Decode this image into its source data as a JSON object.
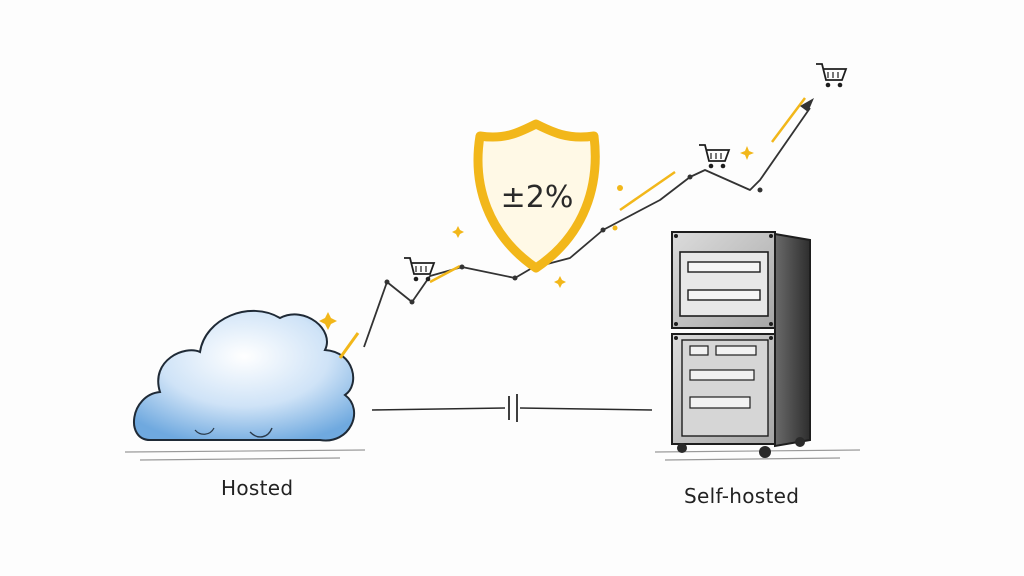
{
  "labels": {
    "hosted": "Hosted",
    "self_hosted": "Self-hosted",
    "shield_value": "±2%"
  },
  "icons": [
    "cloud-icon",
    "server-rack-icon",
    "shield-icon",
    "shopping-cart-icon"
  ],
  "colors": {
    "cloud_fill": "#a9cdef",
    "shield_gold": "#f2b71a",
    "ink": "#2a2a2a",
    "server_gray": "#b8b8b8"
  }
}
